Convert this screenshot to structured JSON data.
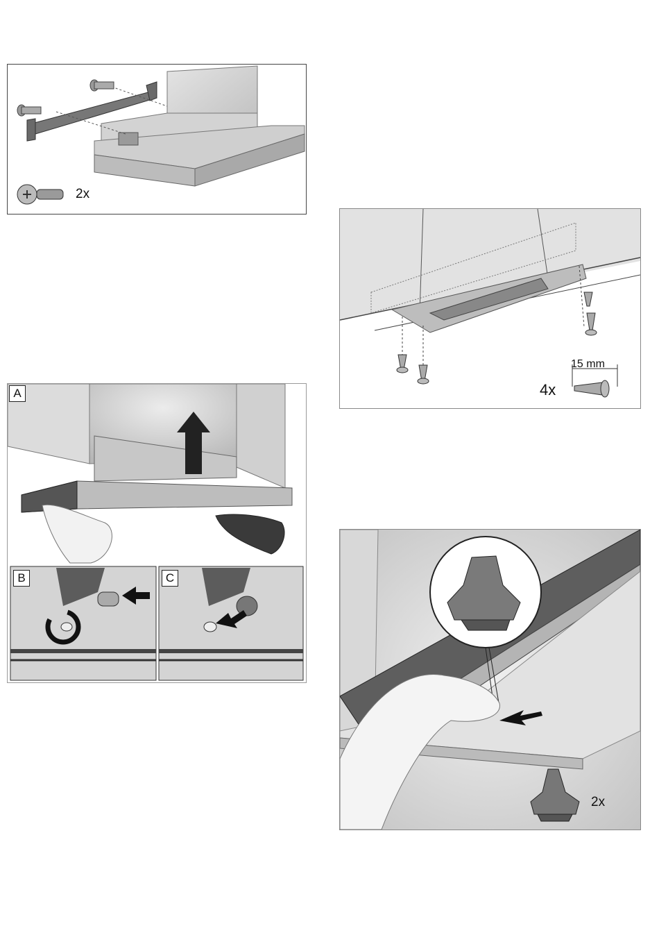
{
  "figures": {
    "mount_bracket": {
      "quantity": "2x"
    },
    "remove_panel": {
      "step_a": "A",
      "step_b": "B",
      "step_c": "C"
    },
    "ceiling_screws": {
      "quantity": "4x",
      "screw_length": "15 mm"
    },
    "clip_fitting": {
      "quantity": "2x"
    }
  }
}
